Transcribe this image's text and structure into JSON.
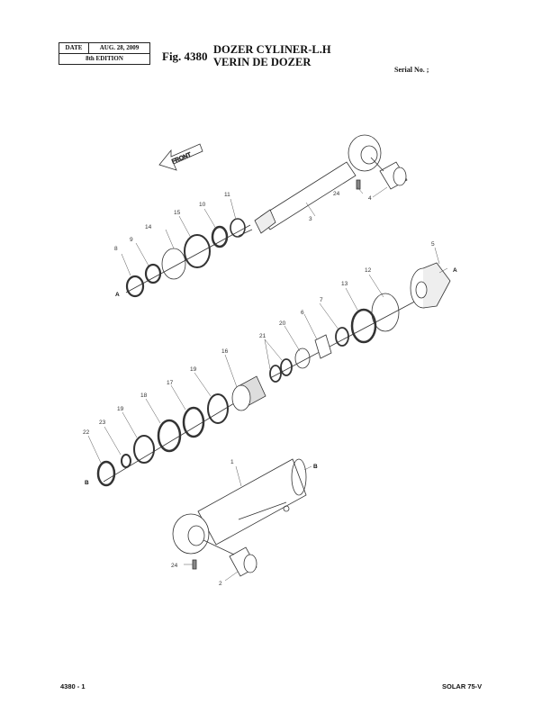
{
  "header": {
    "date_label": "DATE",
    "date_value": "AUG. 28, 2009",
    "edition": "8th EDITION",
    "figure_number": "Fig. 4380",
    "title_en": "DOZER CYLINER-L.H",
    "title_fr": "VERIN DE DOZER",
    "serial_label": "Serial No. ;"
  },
  "diagram": {
    "front_arrow_label": "FRONT",
    "reference_markers": [
      "A",
      "A",
      "B",
      "B"
    ],
    "part_callouts": [
      {
        "number": "1",
        "part": "cylinder-tube"
      },
      {
        "number": "2",
        "part": "bushing-tube"
      },
      {
        "number": "3",
        "part": "piston-rod"
      },
      {
        "number": "4",
        "part": "bushing-rod"
      },
      {
        "number": "5",
        "part": "cylinder-head"
      },
      {
        "number": "6",
        "part": "bushing"
      },
      {
        "number": "7",
        "part": "retaining-ring"
      },
      {
        "number": "8",
        "part": "dust-wiper"
      },
      {
        "number": "9",
        "part": "backup-ring"
      },
      {
        "number": "10",
        "part": "rod-seal"
      },
      {
        "number": "11",
        "part": "buffer-ring"
      },
      {
        "number": "12",
        "part": "o-ring"
      },
      {
        "number": "13",
        "part": "backup-ring"
      },
      {
        "number": "14",
        "part": "o-ring"
      },
      {
        "number": "15",
        "part": "backup-ring"
      },
      {
        "number": "16",
        "part": "piston"
      },
      {
        "number": "17",
        "part": "piston-seal"
      },
      {
        "number": "18",
        "part": "wear-ring"
      },
      {
        "number": "19",
        "part": "slide-ring"
      },
      {
        "number": "19",
        "part": "slide-ring"
      },
      {
        "number": "20",
        "part": "o-ring"
      },
      {
        "number": "21",
        "part": "backup-ring"
      },
      {
        "number": "22",
        "part": "nut"
      },
      {
        "number": "23",
        "part": "set-screw"
      },
      {
        "number": "24",
        "part": "grease-nipple"
      },
      {
        "number": "24",
        "part": "grease-nipple"
      }
    ]
  },
  "footer": {
    "page": "4380 - 1",
    "model": "SOLAR 75-V"
  }
}
